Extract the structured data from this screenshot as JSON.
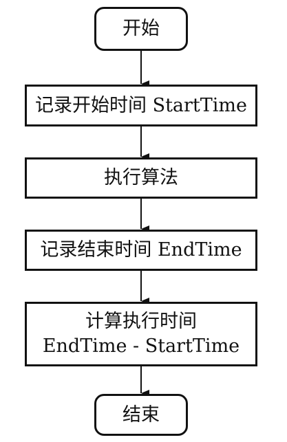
{
  "diagram": {
    "start": {
      "label": "开始"
    },
    "steps": [
      {
        "lines": [
          "记录开始时间 StartTime"
        ]
      },
      {
        "lines": [
          "执行算法"
        ]
      },
      {
        "lines": [
          "记录结束时间 EndTime"
        ]
      },
      {
        "lines": [
          "计算执行时间",
          "EndTime - StartTime"
        ]
      }
    ],
    "end": {
      "label": "结束"
    }
  }
}
